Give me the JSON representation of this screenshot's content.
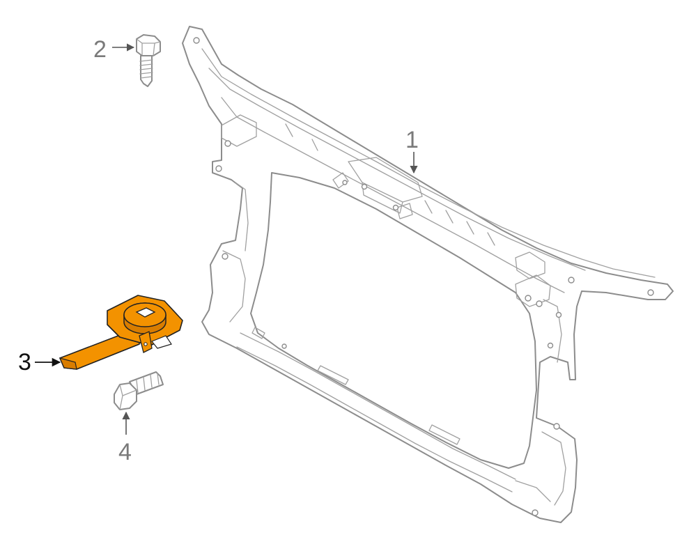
{
  "callouts": [
    {
      "number": "1",
      "part": "radiator-support",
      "highlighted": false
    },
    {
      "number": "2",
      "part": "screw",
      "highlighted": false
    },
    {
      "number": "3",
      "part": "bracket",
      "highlighted": true
    },
    {
      "number": "4",
      "part": "bolt",
      "highlighted": false
    }
  ],
  "colors": {
    "background": "#ffffff",
    "line": "#8c8c8c",
    "callout_text": "#7a7a7a",
    "highlight_text": "#111111",
    "highlight_fill": "#f39200",
    "highlight_shade": "#d97d00"
  }
}
